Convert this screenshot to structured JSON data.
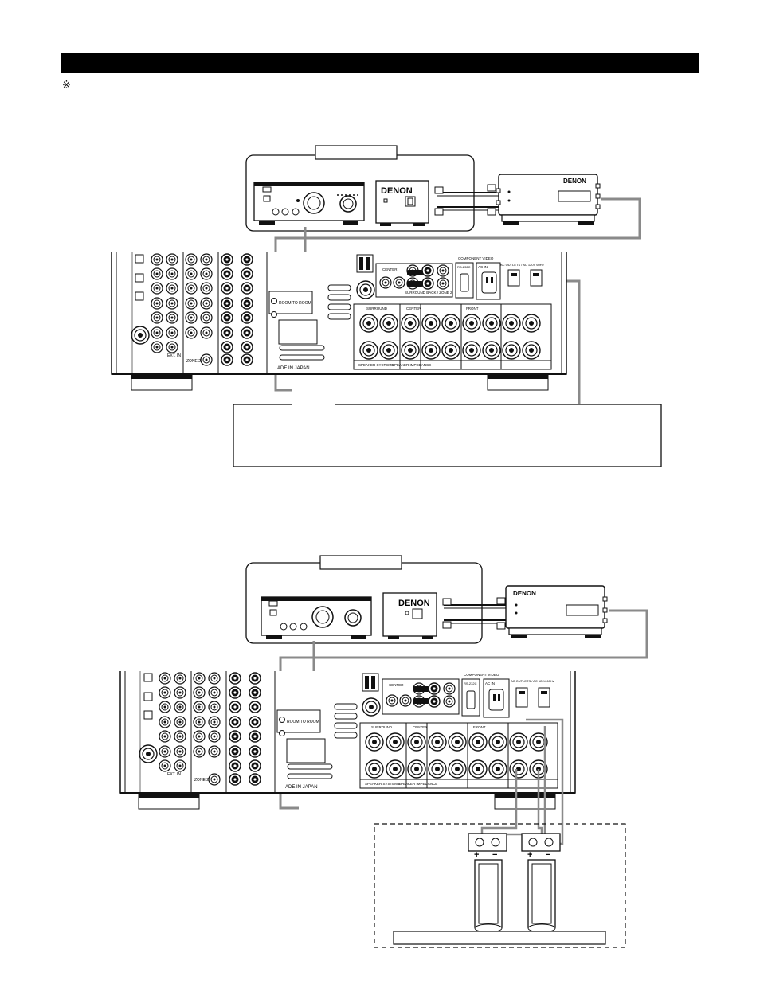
{
  "header": {
    "note_mark": "※"
  },
  "diagram_top": {
    "brand_left": "DENON",
    "brand_right": "DENON",
    "receiver_labels": {
      "component_video": "COMPONENT VIDEO",
      "rs232c": "RS-232C",
      "ac_in": "AC IN",
      "ac_outlets": "AC OUTLETS / AC 120V 60Hz",
      "surround": "SURROUND",
      "center": "CENTER",
      "front": "FRONT",
      "surround_back_zone2": "SURROUND BACK / ZONE 2",
      "speaker_systems": "SPEAKER SYSTEMS",
      "speaker_impedance": "SPEAKER IMPEDANCE",
      "made_in_japan": "ADE IN JAPAN",
      "room_to_room": "ROOM TO ROOM",
      "ext_in": "EXT. IN",
      "zone2": "ZONE 2"
    }
  },
  "diagram_bottom": {
    "brand_left": "DENON",
    "brand_right": "DENON",
    "receiver_labels": {
      "component_video": "COMPONENT VIDEO",
      "rs232c": "RS-232C",
      "ac_in": "AC IN",
      "ac_outlets": "AC OUTLETS / AC 120V 60Hz",
      "surround": "SURROUND",
      "center": "CENTER",
      "front": "FRONT",
      "speaker_systems": "SPEAKER SYSTEMS",
      "speaker_impedance": "SPEAKER IMPEDANCE",
      "made_in_japan": "ADE IN JAPAN",
      "room_to_room": "ROOM TO ROOM",
      "ext_in": "EXT. IN",
      "zone2": "ZONE 2"
    },
    "speaker_terminal_signs": [
      "+",
      "−",
      "+",
      "−"
    ]
  },
  "colors": {
    "ink": "#111111",
    "cable_gray": "#8a8a8a",
    "panel_fill": "#ffffff",
    "header_black": "#000000"
  }
}
